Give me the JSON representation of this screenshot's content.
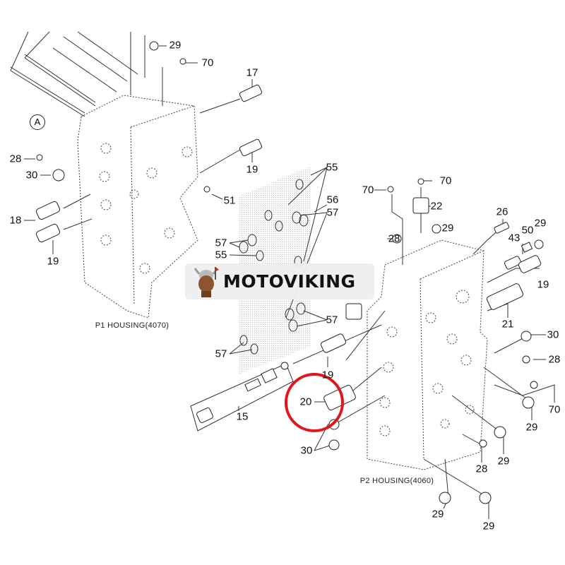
{
  "diagram": {
    "view_marker": "A",
    "housings": {
      "p1": "P1 HOUSING(4070)",
      "p2": "P2 HOUSING(4060)"
    },
    "watermark": "MOTOVIKING",
    "highlight_color": "#e0161b",
    "labels": [
      "29",
      "70",
      "17",
      "28",
      "30",
      "19",
      "51",
      "18",
      "19",
      "55",
      "56",
      "57",
      "57",
      "55",
      "57",
      "57",
      "15",
      "19",
      "20",
      "30",
      "70",
      "70",
      "22",
      "26",
      "29",
      "28",
      "43",
      "50",
      "29",
      "19",
      "21",
      "30",
      "28",
      "70",
      "29",
      "29",
      "28",
      "29",
      "29"
    ]
  }
}
